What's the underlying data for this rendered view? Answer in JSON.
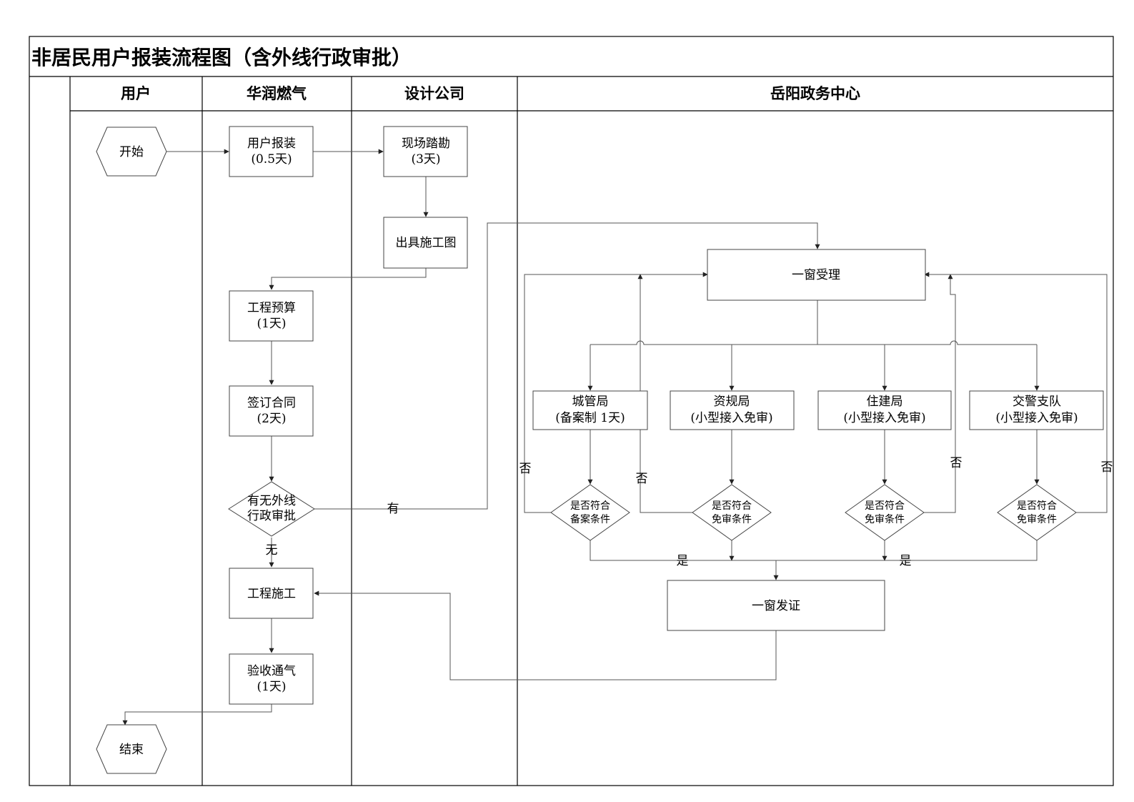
{
  "title": "非居民用户报装流程图（含外线行政审批）",
  "lanes": {
    "user": "用户",
    "gas": "华润燃气",
    "design": "设计公司",
    "gov": "岳阳政务中心"
  },
  "nodes": {
    "start": "开始",
    "end": "结束",
    "apply": [
      "用户报装",
      "(0.5天)"
    ],
    "survey": [
      "现场踏勘",
      "(3天)"
    ],
    "drawing": "出具施工图",
    "budget": [
      "工程预算",
      "(1天)"
    ],
    "contract": [
      "签订合同",
      "(2天)"
    ],
    "has_external": [
      "有无外线",
      "行政审批"
    ],
    "construction": "工程施工",
    "acceptance": [
      "验收通气",
      "(1天)"
    ],
    "window_accept": "一窗受理",
    "bureau_urban": [
      "城管局",
      "(备案制 1天)"
    ],
    "bureau_resource": [
      "资规局",
      "(小型接入免审)"
    ],
    "bureau_housing": [
      "住建局",
      "(小型接入免审)"
    ],
    "bureau_traffic": [
      "交警支队",
      "(小型接入免审)"
    ],
    "check_urban": [
      "是否符合",
      "备案条件"
    ],
    "check_resource": [
      "是否符合",
      "免审条件"
    ],
    "check_housing": [
      "是否符合",
      "免审条件"
    ],
    "check_traffic": [
      "是否符合",
      "免审条件"
    ],
    "window_issue": "一窗发证"
  },
  "edge_labels": {
    "yes_external": "有",
    "no_external": "无",
    "no_urban": "否",
    "no_resource": "否",
    "no_housing": "否",
    "no_traffic": "否",
    "yes_left": "是",
    "yes_right": "是"
  }
}
